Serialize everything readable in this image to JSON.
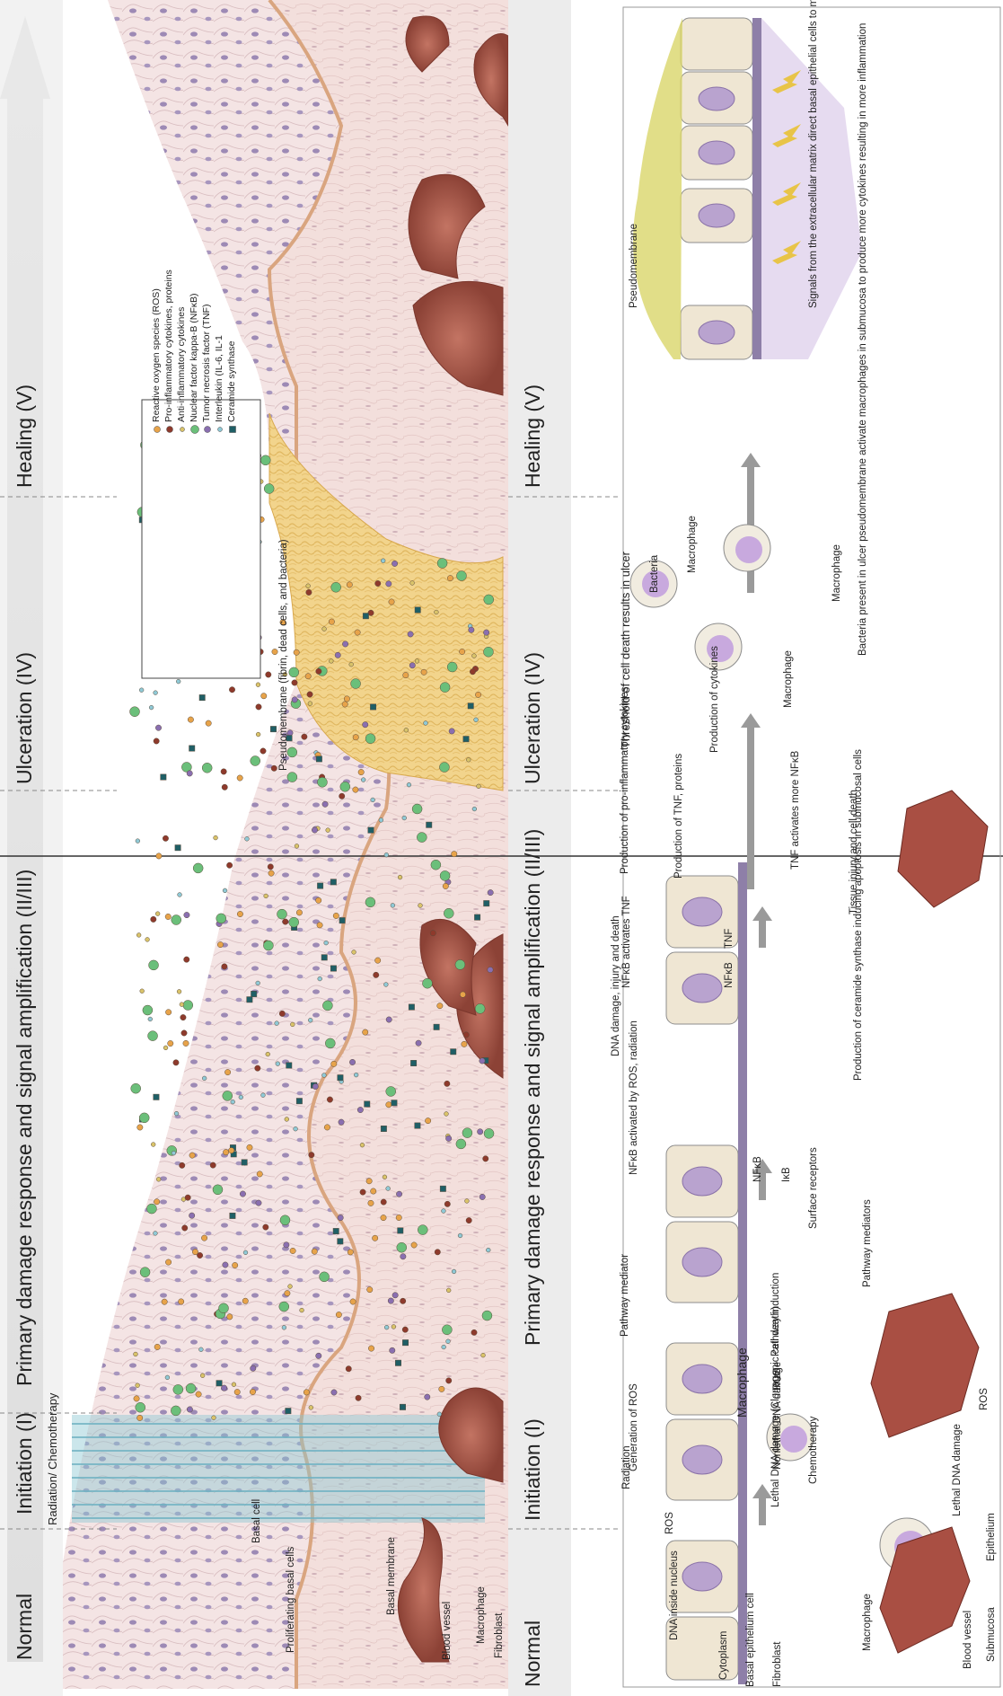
{
  "stages_top": [
    "Normal",
    "Initiation (I)",
    "Primary damage response and signal amplification (II/III)",
    "Ulceration (IV)",
    "Healing (V)"
  ],
  "stages_bottom": [
    "Normal",
    "Initiation (I)",
    "Primary damage response and signal amplification (II/III)",
    "Ulceration (IV)",
    "Healing (V)"
  ],
  "layers": {
    "epithelium": "Epithelium",
    "submucosa": "Submucosa"
  },
  "top_labels": {
    "radiation_chemo": "Radiation/\nChemotherapy",
    "basal_cell": "Basal\ncell",
    "proliferating": "Proliferating\nbasal cells",
    "basal_membrane": "Basal\nmembrane",
    "blood_vessel": "Blood\nvessel",
    "macrophage": "Macrophage",
    "fibroblast": "Fibroblast",
    "pseudomembrane": "Pseudomembrane\n(fibrin, dead cells, and\nbacteria)"
  },
  "legend": [
    {
      "label": "Reactive oxygen species (ROS)",
      "color": "#e7a34a",
      "shape": "dot"
    },
    {
      "label": "Pro-inflammatory cytokines, proteins",
      "color": "#8e3a2c",
      "shape": "dot"
    },
    {
      "label": "Anti-inflammatory cytokines",
      "color": "#d9c36a",
      "shape": "small"
    },
    {
      "label": "Nuclear factor kappa-B (NFκB)",
      "color": "#6bbf7a",
      "shape": "big"
    },
    {
      "label": "Tumor necrosis factor (TNF)",
      "color": "#8a6fb0",
      "shape": "dot"
    },
    {
      "label": "Interleukin (IL-6, IL-1",
      "color": "#8fc9d6",
      "shape": "small"
    },
    {
      "label": "Ceramide synthase",
      "color": "#1f5f66",
      "shape": "square"
    }
  ],
  "bottom_labels": {
    "dna_inside": "DNA inside\nnucleus",
    "cytoplasm": "Cytoplasm",
    "basal_epi": "Basal epithelium cell",
    "fibroblast": "Fibroblast",
    "macrophage": "Macrophage",
    "blood_vessel": "Blood vessel",
    "radiation": "Radiation",
    "ros": "ROS",
    "generation_ros": "Generation of ROS",
    "macrophage2": "Macrophage",
    "lethal_dna": "Lethal\nDNA damage\n(Clonogenic\ncell death)",
    "nonlethal": "Nonlethal\nDNA damage",
    "ros2": "ROS",
    "chemotherapy": "Chemotherapy",
    "lethal_dna2": "Lethal DNA damage",
    "ros3": "ROS",
    "pathway_mediator": "Pathway\nmediator",
    "pathway_induction": "Pathway\ninduction",
    "nfkb_activated": "NFκB activated\nby ROS,\nradiation",
    "nfkb": "NFκB",
    "ikb": "IκB",
    "surface_receptors": "Surface\nreceptors",
    "pathway_mediators": "Pathway\nmediators",
    "dna_damage": "DNA damage,\ninjury and\ndeath",
    "nfkb_activates_tnf": "NFκB\nactivates\nTNF",
    "tnf": "TNF",
    "nfkb2": "NFκB",
    "production_ceramide": "Production of\nceramide synthase inducing\napoptosis in submucosal cells",
    "production_pro": "Production of\npro-inflammatory\ncytokines",
    "production_tnf": "Production of\nTNF, proteins",
    "tnf_activates": "TNF activates\nmore NFκB",
    "tissue_injury": "Tissue injury\nand cell death",
    "threshold": "Threshold\nof cell death\nresults in ulcer",
    "bacteria": "Bacteria",
    "macrophage3": "Macrophage",
    "macrophage4": "Macrophage",
    "macrophage5": "Macrophage",
    "production_cyt": "Production\nof cytokines",
    "bacteria_present": "Bacteria present in\nulcer pseudomembrane\nactivate macrophages in\nsubmucosa to produce\nmore cytokines resulting in\nmore inflammation",
    "pseudomembrane2": "Pseudomembrane",
    "signals": "Signals from the extracellular matrix\ndirect basal epithelial cells to migrate,\nproliferate, and differentiate"
  }
}
